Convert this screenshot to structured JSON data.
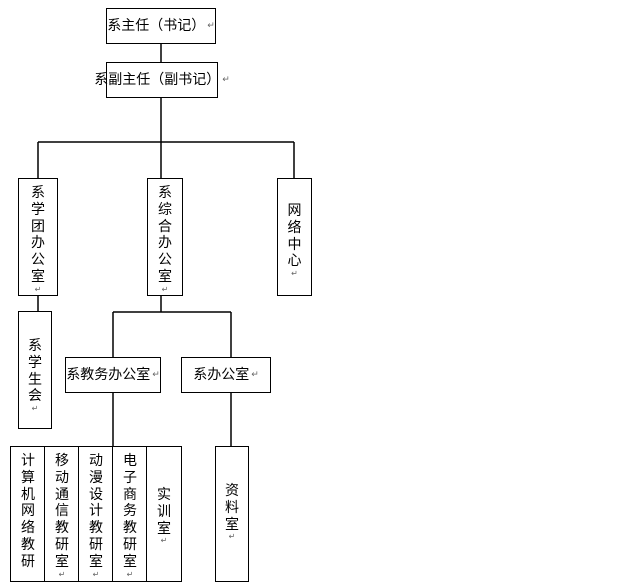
{
  "nodes": {
    "dept_head": {
      "label": "系主任（书记）"
    },
    "deputy_head": {
      "label": "系副主任（副书记）"
    },
    "student_group_office": {
      "label": "系学团办公室"
    },
    "general_office": {
      "label": "系综合办公室"
    },
    "network_center": {
      "label": "网络中心"
    },
    "student_union": {
      "label": "系学生会"
    },
    "academic_office": {
      "label": "系教务办公室"
    },
    "dept_office": {
      "label": "系办公室"
    },
    "archive_room": {
      "label": "资料室"
    },
    "research_groups": [
      {
        "label": "计算机网络教研"
      },
      {
        "label": "移动通信教研室"
      },
      {
        "label": "动漫设计教研室"
      },
      {
        "label": "电子商务教研室"
      },
      {
        "label": "实训室"
      }
    ]
  },
  "paragraph_mark": "↵"
}
